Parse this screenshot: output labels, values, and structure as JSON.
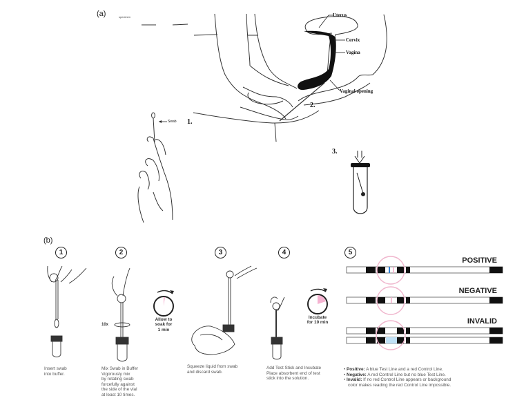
{
  "panel_a": {
    "label": "(a)",
    "specimen_text": "specimen",
    "anatomy_labels": {
      "uterus": "Uterus",
      "cervix": "Cervix",
      "vagina": "Vagina",
      "vaginal_opening": "Vaginal opening"
    },
    "swab_label": "Swab",
    "steps": [
      "1.",
      "2.",
      "3."
    ]
  },
  "panel_b": {
    "label": "(b)",
    "steps": [
      {
        "number": "1",
        "caption": [
          "Insert swab",
          "into buffer."
        ]
      },
      {
        "number": "2",
        "caption": [
          "Mix Swab in Buffer",
          "Vigorously mix",
          "by rotating swab",
          "forcefully against",
          "the side of the vial",
          "at least 10 times."
        ],
        "rotation_label": "10x",
        "timer_caption": [
          "Allow to",
          "soak for",
          "1 min"
        ]
      },
      {
        "number": "3",
        "caption": [
          "Squeeze liquid from swab",
          "and discard swab."
        ]
      },
      {
        "number": "4",
        "caption": [
          "Add Test Stick and Incubate",
          "Place absorbent end of test",
          "stick into the solution."
        ],
        "timer_caption": [
          "Incubate",
          "for 10 min"
        ]
      },
      {
        "number": "5"
      }
    ],
    "results": [
      {
        "label": "POSITIVE",
        "test_line": true,
        "control_line": true
      },
      {
        "label": "NEGATIVE",
        "test_line": false,
        "control_line": true
      },
      {
        "label": "INVALID",
        "test_line": false,
        "control_line": false
      }
    ],
    "legend": [
      {
        "term": "Positive:",
        "text": "A blue Test Line and a red Control Line."
      },
      {
        "term": "Negative:",
        "text": "A red Control Line but no blue Test Line."
      },
      {
        "term": "Invalid:",
        "text": "If no red Control Line appears or background"
      },
      {
        "term": "",
        "text": "color makes reading the red Control Line impossible."
      }
    ]
  },
  "colors": {
    "test_line": "#2f7fd6",
    "control_line": "#f2a6c6",
    "highlight_circle": "#f0b6cd",
    "timer_fill": "#f5b3d1"
  }
}
